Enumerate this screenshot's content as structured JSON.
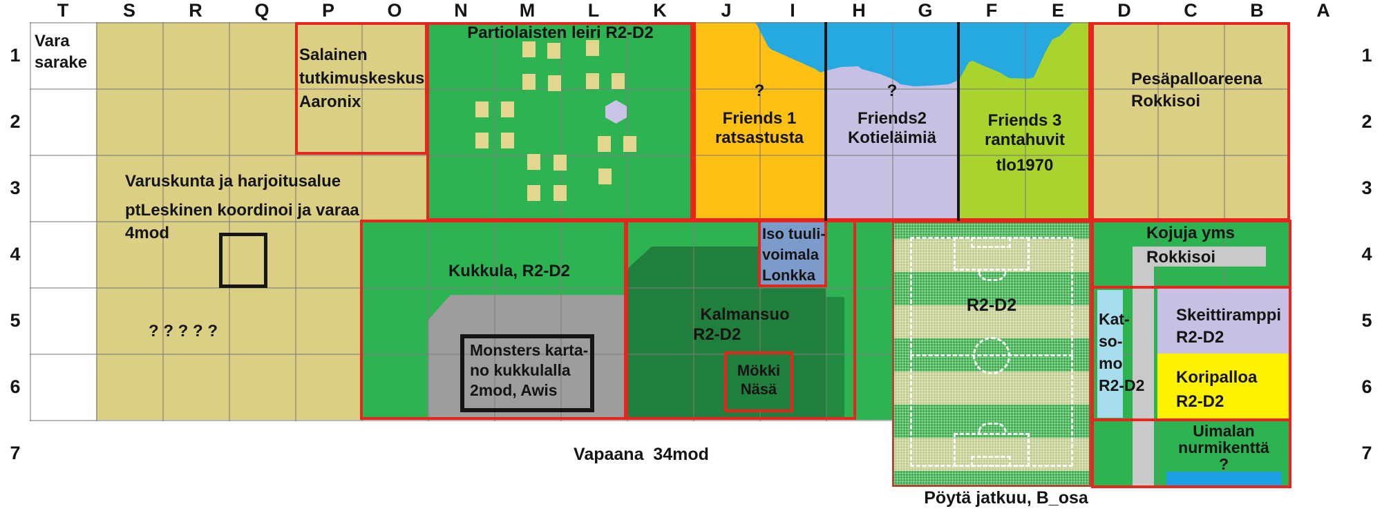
{
  "grid": {
    "columns": [
      "T",
      "S",
      "R",
      "Q",
      "P",
      "O",
      "N",
      "M",
      "L",
      "K",
      "J",
      "I",
      "H",
      "G",
      "F",
      "E",
      "D",
      "C",
      "B",
      "A"
    ],
    "rows": [
      "1",
      "2",
      "3",
      "4",
      "5",
      "6",
      "7"
    ]
  },
  "areas": {
    "vara_sarake": {
      "l1": "Vara",
      "l2": "sarake"
    },
    "salainen": {
      "l1": "Salainen",
      "l2": "tutkimuskeskus",
      "l3": "Aaronix"
    },
    "varuskunta": {
      "l1": "Varuskunta ja harjoitusalue",
      "l2": "ptLeskinen koordinoi ja varaa",
      "l3": "4mod",
      "unknown": "? ? ? ? ?"
    },
    "partiolaiset": {
      "title": "Partiolaisten leiri R2-D2"
    },
    "friends1": {
      "q": "?",
      "l1": "Friends 1",
      "l2": "ratsastusta"
    },
    "friends2": {
      "q": "?",
      "l1": "Friends2",
      "l2": "Kotieläimiä"
    },
    "friends3": {
      "l1": "Friends 3",
      "l2": "rantahuvit",
      "l3": "tlo1970"
    },
    "pesapallo": {
      "l1": "Pesäpalloareena",
      "l2": "Rokkisoi"
    },
    "kukkula": {
      "label": "Kukkula, R2-D2"
    },
    "monsters": {
      "l1": "Monsters karta-",
      "l2": "no kukkulalla",
      "l3": "2mod, Awis"
    },
    "kalmansuo": {
      "l1": "Kalmansuo",
      "l2": "R2-D2"
    },
    "tuulivoimala": {
      "l1": "Iso tuuli-",
      "l2": "voimala",
      "l3": "Lonkka"
    },
    "mokki": {
      "l1": "Mökki",
      "l2": "Näsä"
    },
    "jalkapallokentta": {
      "label": "R2-D2"
    },
    "kojuja": {
      "l1": "Kojuja yms",
      "l2": "Rokkisoi"
    },
    "katsomo": {
      "l1": "Kat-",
      "l2": "so-",
      "l3": "mo",
      "l4": "R2-D2"
    },
    "skeittiramppi": {
      "l1": "Skeittiramppi",
      "l2": "R2-D2"
    },
    "koripallo": {
      "l1": "Koripalloa",
      "l2": "R2-D2"
    },
    "uimala": {
      "l1": "Uimalan",
      "l2": "nurmikenttä",
      "l3": "?"
    },
    "vapaana": {
      "label": "Vapaana  34mod"
    },
    "poyta": {
      "label": "Pöytä jatkuu, B_osa"
    }
  },
  "colors": {
    "tan": "#dbcf84",
    "tent_tan": "#e3d78f",
    "green": "#2eb353",
    "dark_green": "#207f3d",
    "orange": "#fdc013",
    "purple": "#c7c0e2",
    "yellow_green": "#a8d42d",
    "water_blue": "#26a9e0",
    "windmill_blue": "#7b9cca",
    "gray": "#9d9d9d",
    "path_gray": "#c9c9c9",
    "stand_blue": "#a6dcec",
    "basket_yellow": "#fff200",
    "pool_blue": "#1ba1e3",
    "border_red": "#e8251d",
    "field_light": "#c2cd90",
    "field_dark": "#3fae4e"
  }
}
